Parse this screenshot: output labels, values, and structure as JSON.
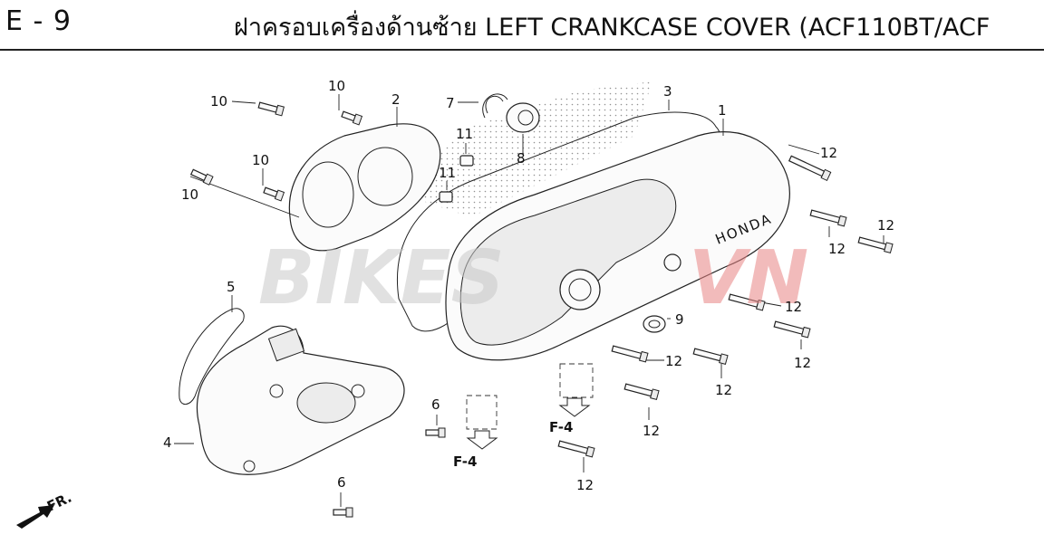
{
  "header": {
    "page_code": "E - 9",
    "title": "ฝาครอบเครื่องด้านซ้าย  LEFT CRANKCASE COVER (ACF110BT/ACF"
  },
  "watermark": {
    "text_left": "BIKES",
    "text_right": "VN",
    "color_left": "#c9c9c9",
    "color_right": "#e98585"
  },
  "brand_marking": "HONDA",
  "direction_label": "FR.",
  "ref_labels": [
    "F-4",
    "F-4"
  ],
  "callouts": [
    "10",
    "10",
    "10",
    "10",
    "2",
    "7",
    "8",
    "11",
    "11",
    "3",
    "1",
    "12",
    "12",
    "12",
    "12",
    "9",
    "12",
    "12",
    "12",
    "12",
    "12",
    "5",
    "4",
    "6",
    "6"
  ]
}
